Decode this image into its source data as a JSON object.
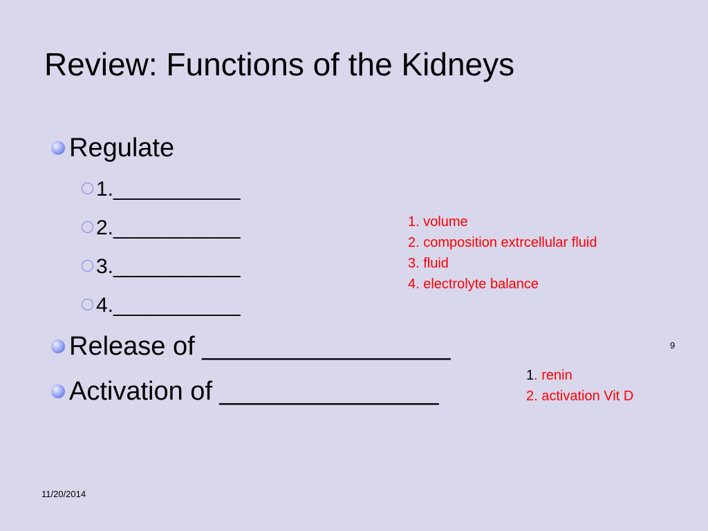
{
  "slide": {
    "title": "Review:  Functions of the Kidneys",
    "bullets": [
      {
        "text": "Regulate",
        "subitems": [
          "1.___________",
          "2.___________",
          "3.___________",
          "4.___________"
        ]
      },
      {
        "text": "Release of _________________"
      },
      {
        "text": "Activation of _______________"
      }
    ],
    "answers_regulate": [
      "1. volume",
      "2. composition extrcellular fluid",
      "3. fluid",
      "4. electrolyte balance"
    ],
    "answers_release_activation": {
      "line1_prefix": "1",
      "line1_rest": ". renin",
      "line2": "2. activation Vit D"
    },
    "slide_number": "9",
    "date": "11/20/2014"
  },
  "colors": {
    "background": "#d9d7ec",
    "answer_text": "#ff0000",
    "bullet": "#6f80e8"
  }
}
